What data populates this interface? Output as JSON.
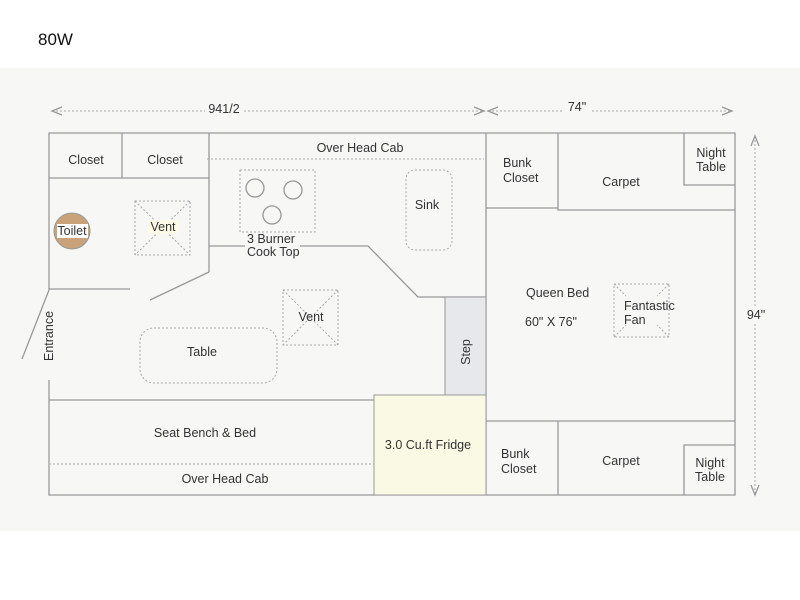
{
  "title": "80W",
  "dimensions": {
    "front_width": "941/2",
    "rear_width": "74\"",
    "height": "94\""
  },
  "rooms": {
    "closet_1": "Closet",
    "closet_2": "Closet",
    "over_head_cab_top": "Over Head Cab",
    "toilet": "Toilet",
    "vent_1": "Vent",
    "cooktop_line1": "3 Burner",
    "cooktop_line2": "Cook Top",
    "sink": "Sink",
    "entrance": "Entrance",
    "vent_2": "Vent",
    "table": "Table",
    "step": "Step",
    "seat_bench": "Seat Bench & Bed",
    "over_head_cab_bottom": "Over Head Cab",
    "fridge": "3.0 Cu.ft Fridge",
    "bunk_closet_top_1": "Bunk",
    "bunk_closet_top_2": "Closet",
    "carpet_top": "Carpet",
    "night_table_top_1": "Night",
    "night_table_top_2": "Table",
    "queen_bed": "Queen Bed",
    "queen_bed_size": "60\" X 76\"",
    "fan_1": "Fantastic",
    "fan_2": "Fan",
    "bunk_closet_bottom_1": "Bunk",
    "bunk_closet_bottom_2": "Closet",
    "carpet_bottom": "Carpet",
    "night_table_bottom_1": "Night",
    "night_table_bottom_2": "Table"
  },
  "colors": {
    "toilet": "#c9a27a",
    "vent": "#fdfbe8",
    "fridge": "#fafae4",
    "step": "#e6e8ec"
  }
}
